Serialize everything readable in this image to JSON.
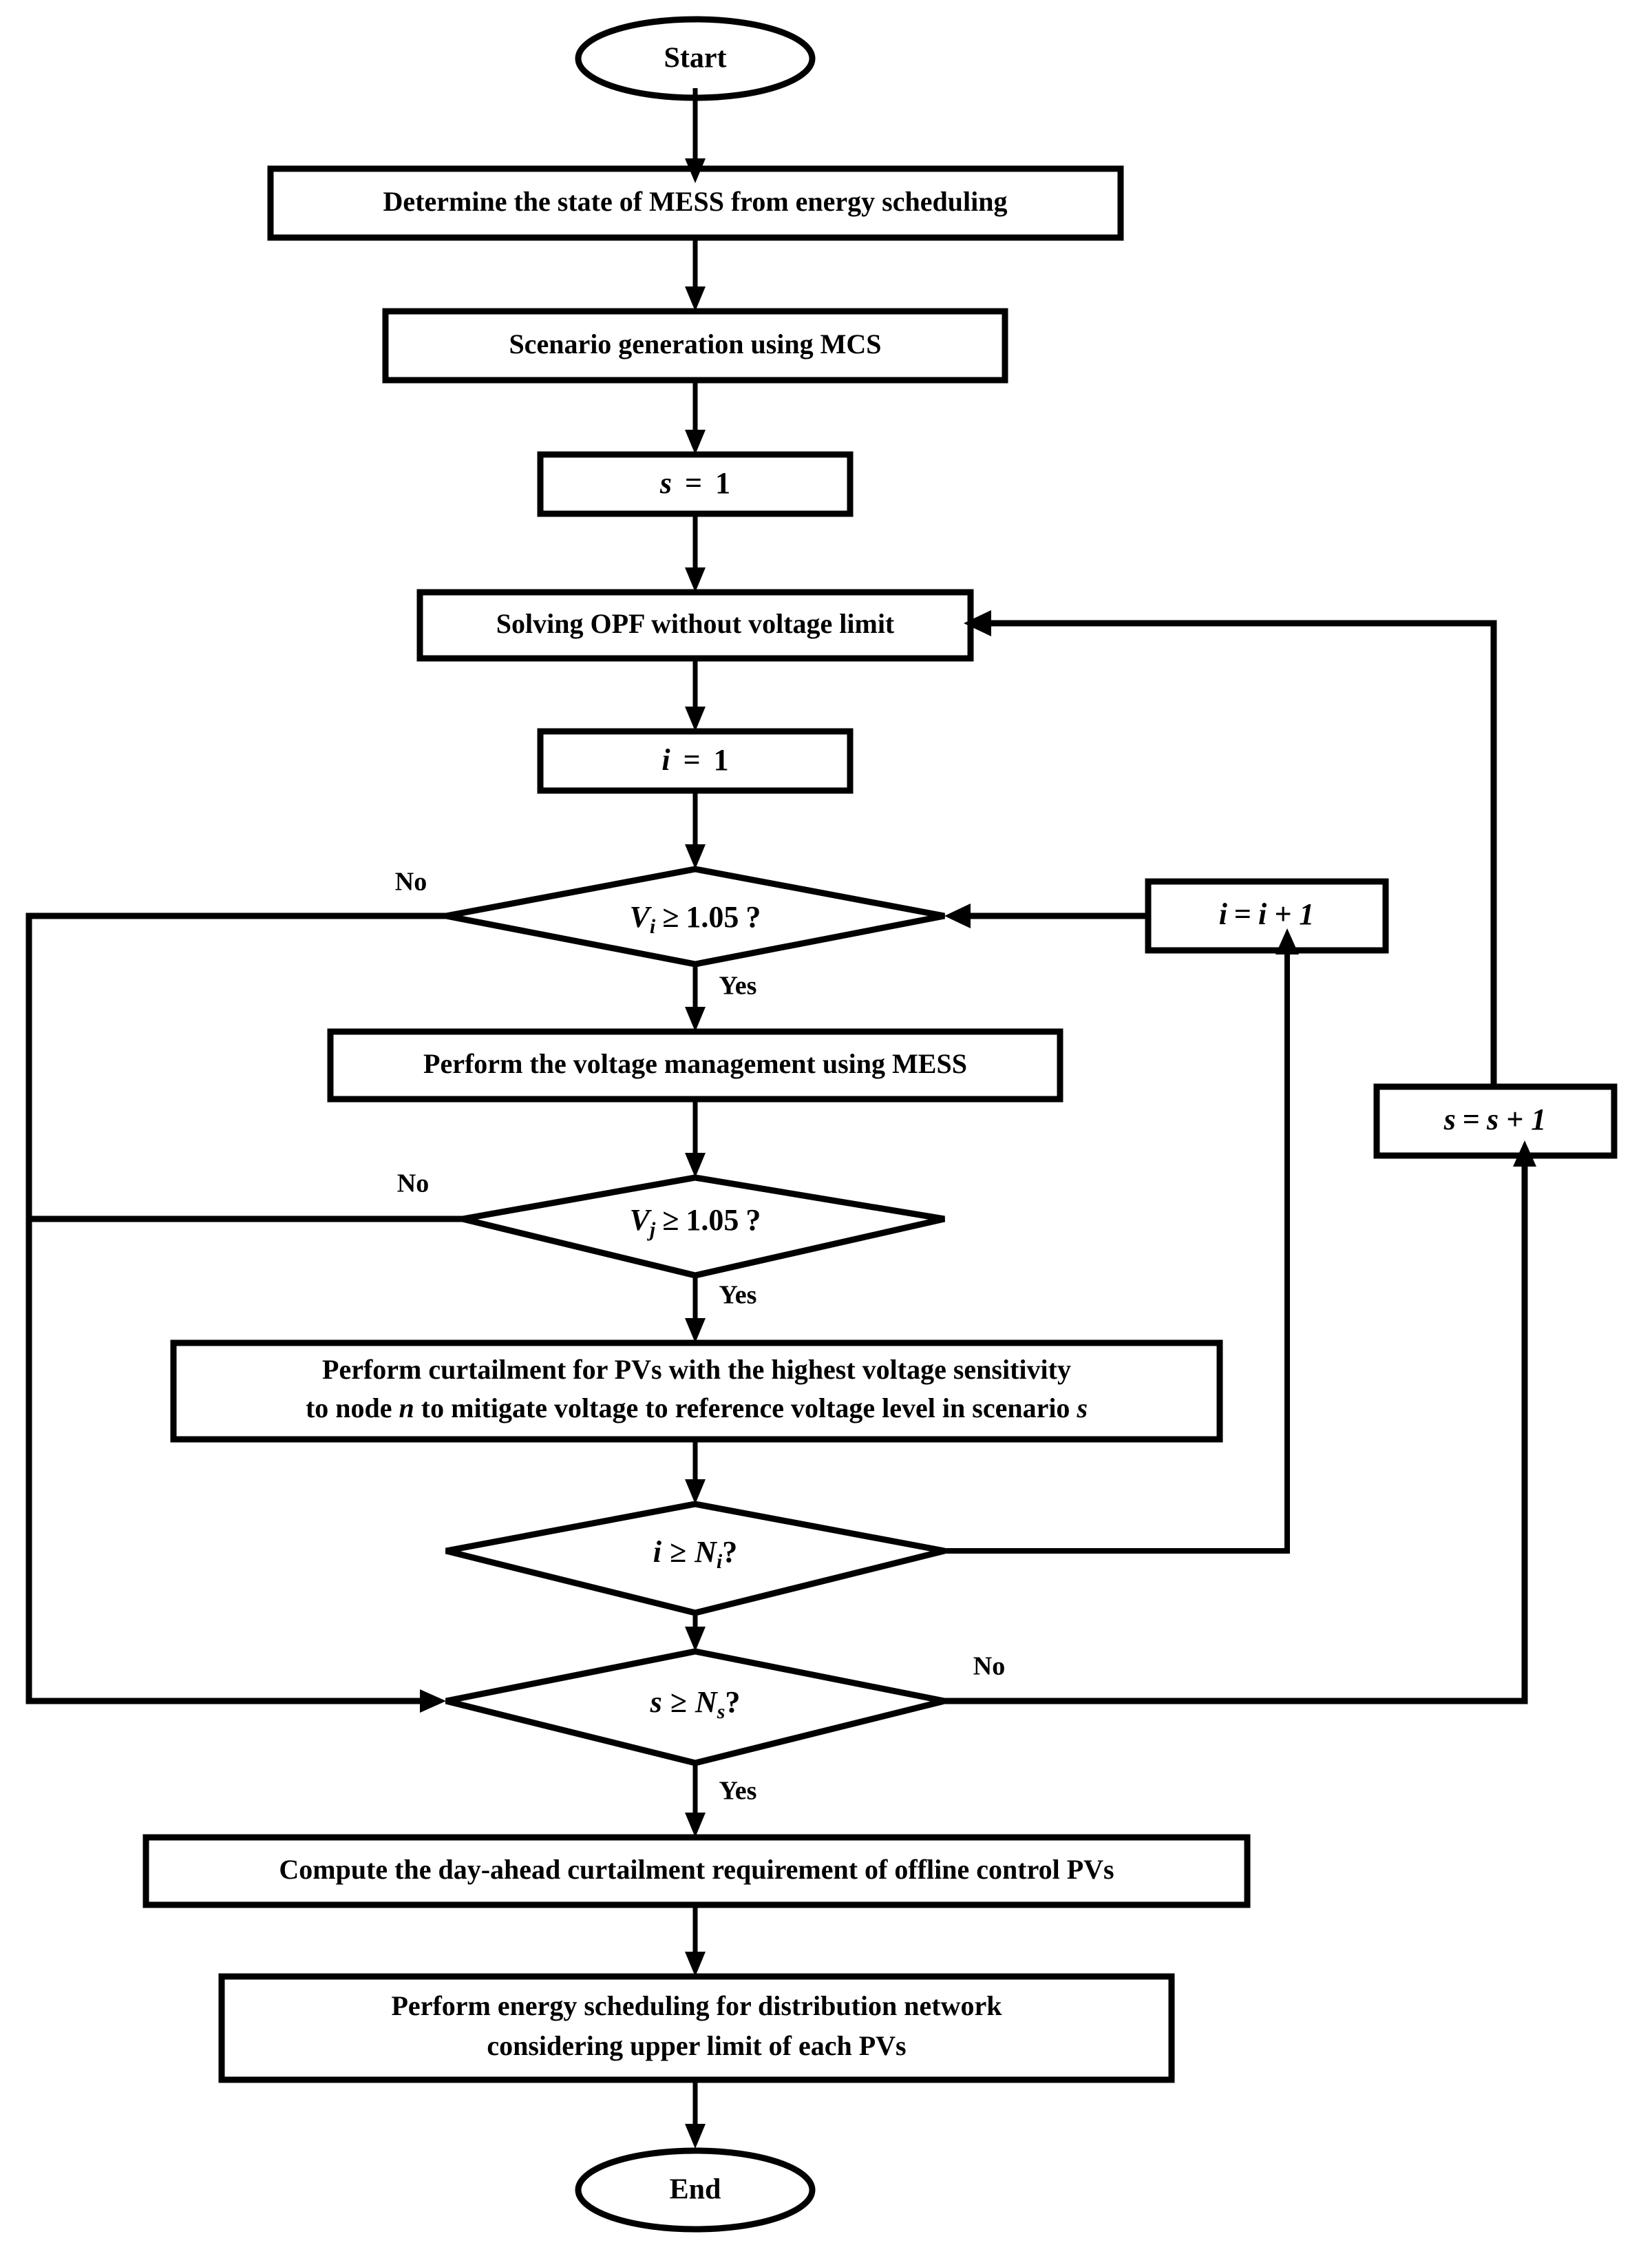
{
  "diagram": {
    "title": "Flowchart of day-ahead PV curtailment and voltage management using MESS",
    "type": "flowchart",
    "background_color": "#ffffff",
    "line_color": "#000000",
    "text_color": "#000000"
  },
  "nodes": {
    "start": {
      "shape": "terminator-ellipse",
      "label": "Start"
    },
    "determine_state": {
      "shape": "process-rect",
      "label": "Determine the state of MESS from energy scheduling"
    },
    "scenario_generation": {
      "shape": "process-rect",
      "label": "Scenario generation using MCS"
    },
    "init_s": {
      "shape": "process-rect",
      "label_parts": {
        "var": "s",
        "op": "=",
        "value": "1"
      },
      "label": "s = 1"
    },
    "solve_opf": {
      "shape": "process-rect",
      "label": "Solving OPF without voltage limit"
    },
    "init_i": {
      "shape": "process-rect",
      "label_parts": {
        "var": "i",
        "op": "=",
        "value": "1"
      },
      "label": "i = 1"
    },
    "decision_vi": {
      "shape": "decision-diamond",
      "label": "V_i ≥ 1.05 ?",
      "variable": "V",
      "subscript": "i",
      "operator": "≥",
      "threshold": "1.05"
    },
    "voltage_mgmt": {
      "shape": "process-rect",
      "label": "Perform the voltage management using MESS"
    },
    "decision_vj": {
      "shape": "decision-diamond",
      "label": "V_j ≥ 1.05 ?",
      "variable": "V",
      "subscript": "j",
      "operator": "≥",
      "threshold": "1.05"
    },
    "curtailment": {
      "shape": "process-rect",
      "line1": "Perform curtailment for PVs with the highest voltage sensitivity",
      "line2_a": "to node ",
      "line2_n": "n",
      "line2_b": "  to mitigate voltage to reference voltage level in scenario ",
      "line2_s": "s",
      "label": "Perform curtailment for PVs with the highest voltage sensitivity to node n to mitigate voltage to reference voltage level in scenario s"
    },
    "decision_ni": {
      "shape": "decision-diamond",
      "label": "i ≥ N_i?",
      "left_var": "i",
      "operator": "≥",
      "right_var": "N",
      "right_sub": "i"
    },
    "decision_ns": {
      "shape": "decision-diamond",
      "label": "s ≥ N_s?",
      "left_var": "s",
      "operator": "≥",
      "right_var": "N",
      "right_sub": "s"
    },
    "compute_dayahead": {
      "shape": "process-rect",
      "label": "Compute the day-ahead curtailment requirement of offline control PVs"
    },
    "energy_scheduling": {
      "shape": "process-rect",
      "line1": "Perform energy scheduling for distribution network",
      "line2": "considering upper limit of each PVs",
      "label": "Perform energy scheduling for distribution network considering upper limit of each PVs"
    },
    "increment_i": {
      "shape": "process-rect",
      "label_parts": {
        "var": "i",
        "op": "=",
        "expr": "i + 1"
      },
      "label": "i = i + 1"
    },
    "increment_s": {
      "shape": "process-rect",
      "label_parts": {
        "var": "s",
        "op": "=",
        "expr": "s + 1"
      },
      "label": "s = s + 1"
    },
    "end": {
      "shape": "terminator-ellipse",
      "label": "End"
    }
  },
  "edge_labels": {
    "vi_no": "No",
    "vi_yes": "Yes",
    "vj_no": "No",
    "vj_yes": "Yes",
    "ns_no": "No",
    "ns_yes": "Yes"
  }
}
